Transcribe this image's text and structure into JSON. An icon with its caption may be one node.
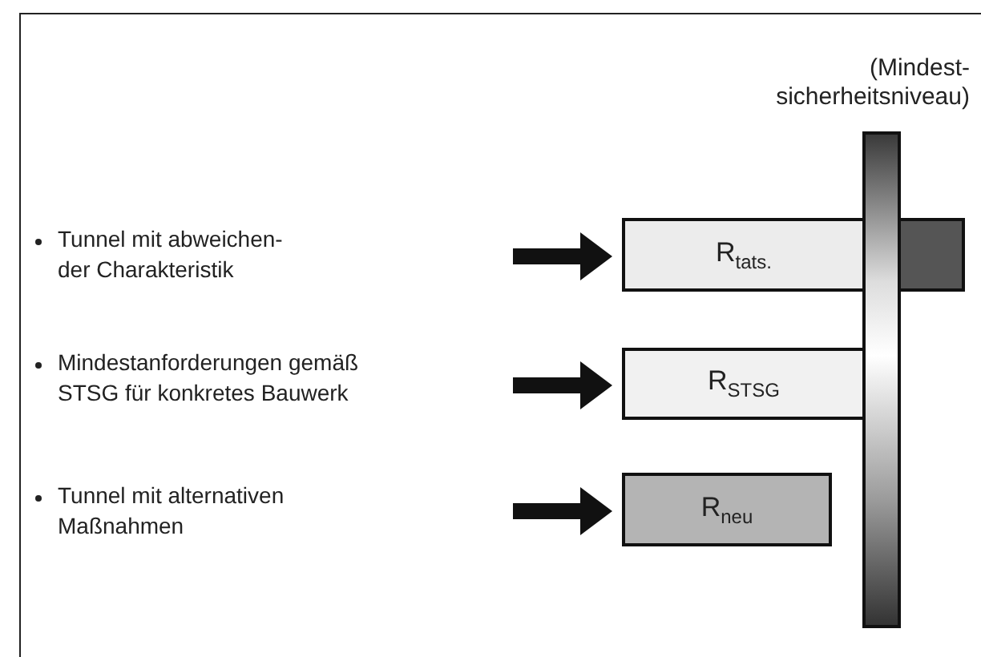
{
  "diagram": {
    "nodes": [
      {
        "text": [
          "Tunnel mit abweichen- der Charakteristik"
        ]
      },
      {
        "text": [
          "Mindestanforderungen gemäß STSG für konkretes Bauwerk"
        ]
      },
      {
        "text": [
          "Tunnel mit alternativen Maßnahmen"
        ]
      },
      {
        "text": [
          "R$_{tats.}$"
        ]
      },
      {
        "text": [
          "R$_{STSG}$"
        ]
      },
      {
        "text": [
          "R$_{neu}$"
        ]
      },
      {
        "text": [
          "(Mindest- sicherheitsniveau)"
        ]
      }
    ],
    "edges": [
      {
        "from": 0,
        "to": 3,
        "arrow": "to"
      },
      {
        "from": 1,
        "to": 4,
        "arrow": "to"
      },
      {
        "from": 2,
        "to": 5,
        "arrow": "to"
      }
    ]
  }
}
